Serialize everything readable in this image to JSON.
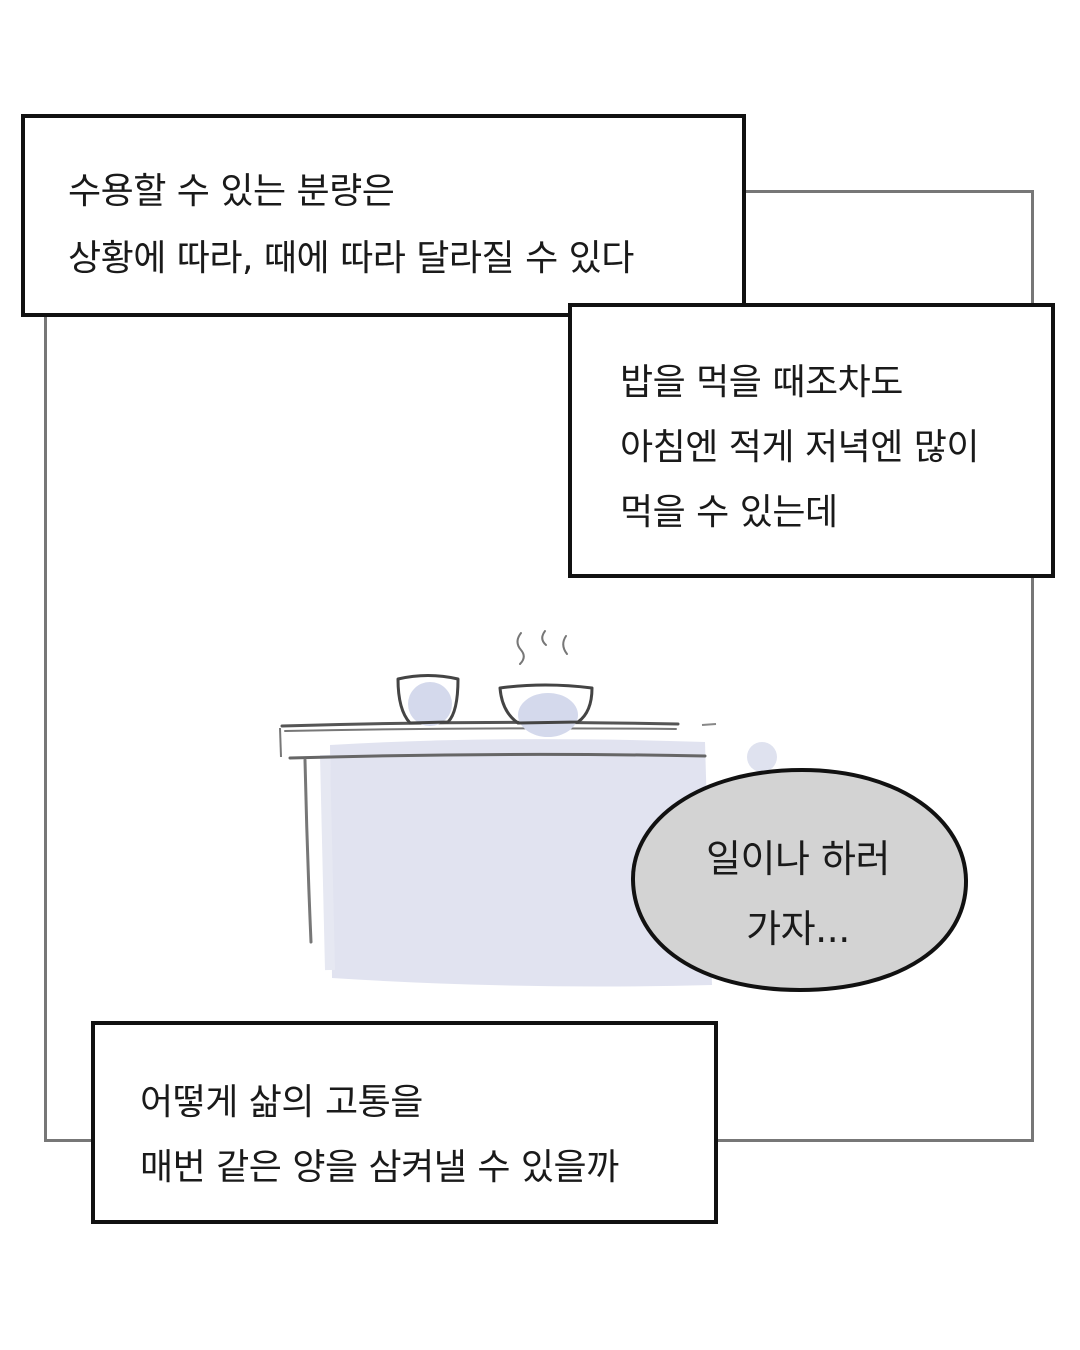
{
  "captions": {
    "top": {
      "line1": "수용할 수 있는 분량은",
      "line2": "상황에 따라, 때에 따라 달라질 수 있다"
    },
    "right": {
      "line1": "밥을 먹을 때조차도",
      "line2": "아침엔 적게 저녁엔 많이",
      "line3": "먹을 수 있는데"
    },
    "bottom": {
      "line1": "어떻게 삶의 고통을",
      "line2": "매번 같은 양을 삼켜낼 수 있을까"
    }
  },
  "speech_bubble": {
    "line1": "일이나 하러",
    "line2": "가자..."
  },
  "colors": {
    "frame": "#777777",
    "caption_border": "#111111",
    "bubble_fill": "#d3d3d3",
    "table_tint": "#dfe2ef"
  }
}
